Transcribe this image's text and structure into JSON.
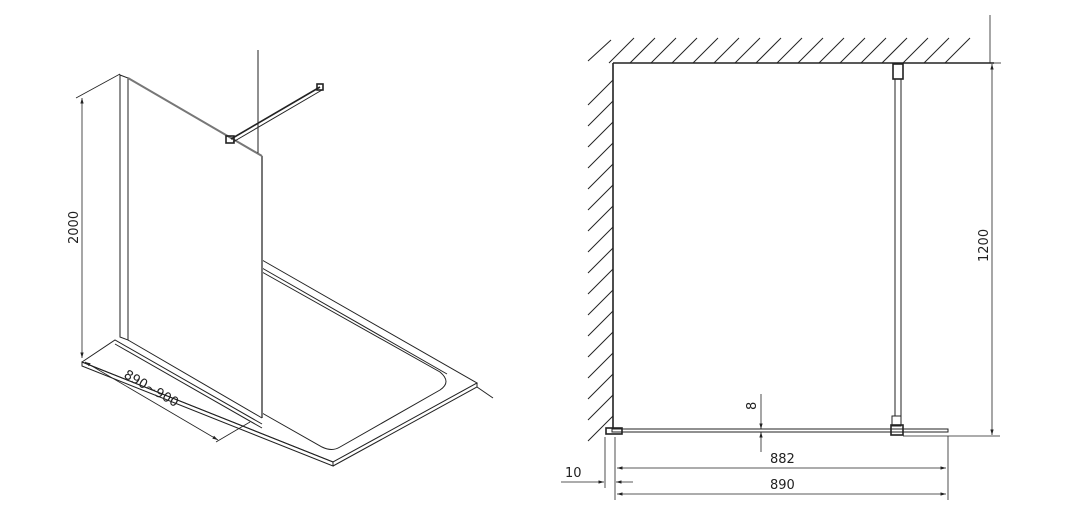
{
  "isometric_view": {
    "height_label": "2000",
    "width_label": "890~900"
  },
  "plan_view": {
    "depth_label": "1200",
    "glass_thickness_label": "8",
    "glass_width_label": "882",
    "total_width_label": "890",
    "profile_label": "10"
  }
}
